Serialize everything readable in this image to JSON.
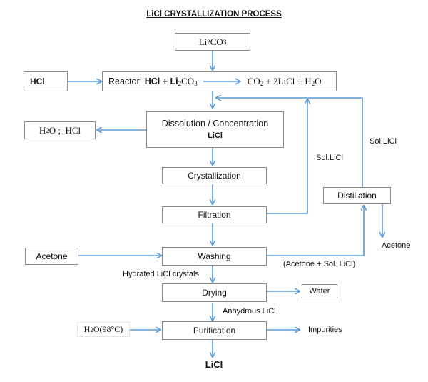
{
  "title": "LiCl CRYSTALLIZATION PROCESS",
  "colors": {
    "arrow": "#5b9bd5",
    "box_border": "#8a8a8a"
  },
  "nodes": {
    "li2co3": {
      "pre": "Li",
      "sub": "2",
      "post": "CO",
      "sub2": "3"
    },
    "hcl_in": "HCl",
    "reactor": {
      "label": "Reactor:",
      "reactants": "HCl + Li",
      "r_sub": "2",
      "r_post": "CO",
      "r_sub2": "3",
      "products": "CO",
      "p_sub": "2",
      "p_post": " + 2LiCl + H",
      "p_sub2": "2",
      "p_post2": "O"
    },
    "h2o_hcl": {
      "pre": "H",
      "sub": "2",
      "post": "O ;  HCl"
    },
    "dissolution": {
      "line1": "Dissolution / Concentration",
      "line2": "LiCl"
    },
    "crystallization": "Crystallization",
    "filtration": "Filtration",
    "distillation": "Distillation",
    "acetone_in": "Acetone",
    "washing": "Washing",
    "drying": "Drying",
    "water": "Water",
    "h2o98": {
      "pre": "H",
      "sub": "2",
      "post": "O(98°C)"
    },
    "purification": "Purification"
  },
  "labels": {
    "sol_licl_right": "Sol.LiCl",
    "sol_licl_mid": "Sol.LiCl",
    "acetone_out": "Acetone",
    "acetone_sol": "(Acetone + Sol. LiCl)",
    "hydrated": "Hydrated LiCl crystals",
    "anhydrous": "Anhydrous LiCl",
    "impurities": "Impurities",
    "final": "LiCl"
  }
}
